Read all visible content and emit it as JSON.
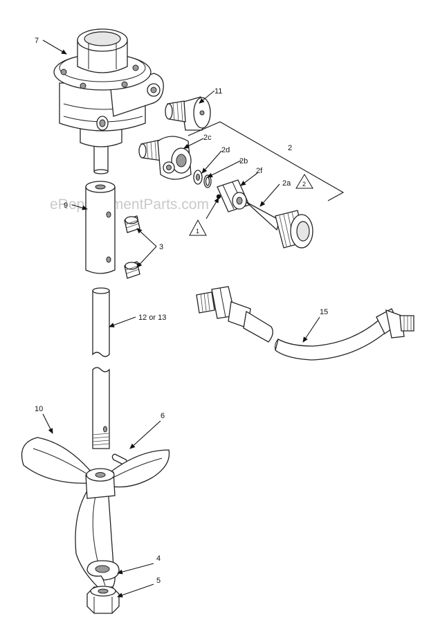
{
  "watermark": "eReplacementParts.com",
  "labels": {
    "p7": "7",
    "p11": "11",
    "p2": "2",
    "p2c": "2c",
    "p2d": "2d",
    "p2b": "2b",
    "p2f": "2f",
    "p2a": "2a",
    "p9": "9",
    "p3": "3",
    "p12_13": "12 or 13",
    "p15": "15",
    "p10": "10",
    "p6": "6",
    "p4": "4",
    "p5": "5"
  },
  "notes": {
    "n1": "1",
    "n2": "2"
  }
}
